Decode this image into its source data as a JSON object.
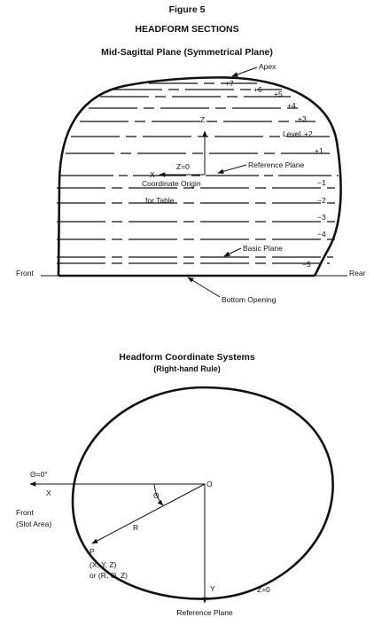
{
  "figure": {
    "label": "Figure 5",
    "title": "HEADFORM SECTIONS"
  },
  "sagittal": {
    "title": "Mid-Sagittal Plane (Symmetrical Plane)",
    "apex": "Apex",
    "z_axis": "Z",
    "x_axis": "X",
    "z_zero": "Z=0",
    "reference_plane": "Reference Plane",
    "coordinate_origin": "Coordinate Origin",
    "for_table": "for Table",
    "basic_plane": "Basic Plane",
    "front": "Front",
    "rear": "Rear",
    "bottom_opening": "Bottom Opening",
    "level_prefix": "Level",
    "levels": [
      "+7",
      "+6",
      "+5",
      "+4",
      "+3",
      "+2",
      "+1",
      "−1",
      "−2",
      "−3",
      "−4",
      "−5"
    ]
  },
  "coordinate": {
    "title": "Headform Coordinate Systems",
    "subtitle": "(Right-hand Rule)",
    "theta_zero": "Θ=0°",
    "x_axis": "X",
    "origin": "O",
    "theta": "Θ",
    "front": "Front",
    "slot_area": "(Slot Area)",
    "r": "R",
    "point": "P",
    "xyz": "(X, Y, Z)",
    "rtz": "or (R, Θ, Z)",
    "y_axis": "Y",
    "z_zero": "Z=0",
    "reference_plane": "Reference Plane"
  }
}
